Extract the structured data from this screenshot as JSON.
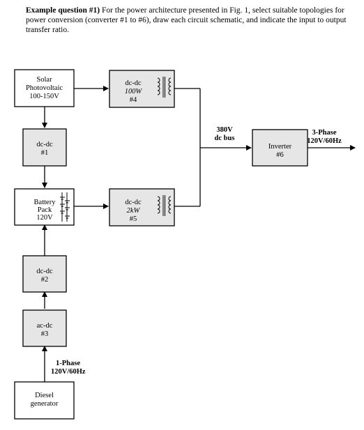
{
  "question": {
    "heading": "Example question #1)",
    "body": "For the power architecture presented in Fig. 1, select suitable topologies for power conversion (converter #1 to #6), draw each circuit schematic, and indicate the input to output transfer ratio."
  },
  "blocks": {
    "solar": {
      "line1": "Solar",
      "line2": "Photovoltaic",
      "line3": "100-150V"
    },
    "dcdc1": {
      "line1": "dc-dc",
      "line2": "#1"
    },
    "battery": {
      "line1": "Battery",
      "line2": "Pack",
      "line3": "120V"
    },
    "dcdc2": {
      "line1": "dc-dc",
      "line2": "#2"
    },
    "acdc3": {
      "line1": "ac-dc",
      "line2": "#3"
    },
    "diesel": {
      "line1": "Diesel",
      "line2": "generator"
    },
    "dcdc4": {
      "line1": "dc-dc",
      "line2": "100W",
      "line3": "#4"
    },
    "dcdc5": {
      "line1": "dc-dc",
      "line2": "2kW",
      "line3": "#5"
    },
    "inverter": {
      "line1": "Inverter",
      "line2": "#6"
    }
  },
  "labels": {
    "dc_bus_line1": "380V",
    "dc_bus_line2": "dc bus",
    "output_line1": "3-Phase",
    "output_line2": "120V/60Hz",
    "input_line1": "1-Phase",
    "input_line2": "120V/60Hz"
  },
  "icons": {
    "transformer": "transformer-icon",
    "battery": "battery-cells-icon"
  }
}
